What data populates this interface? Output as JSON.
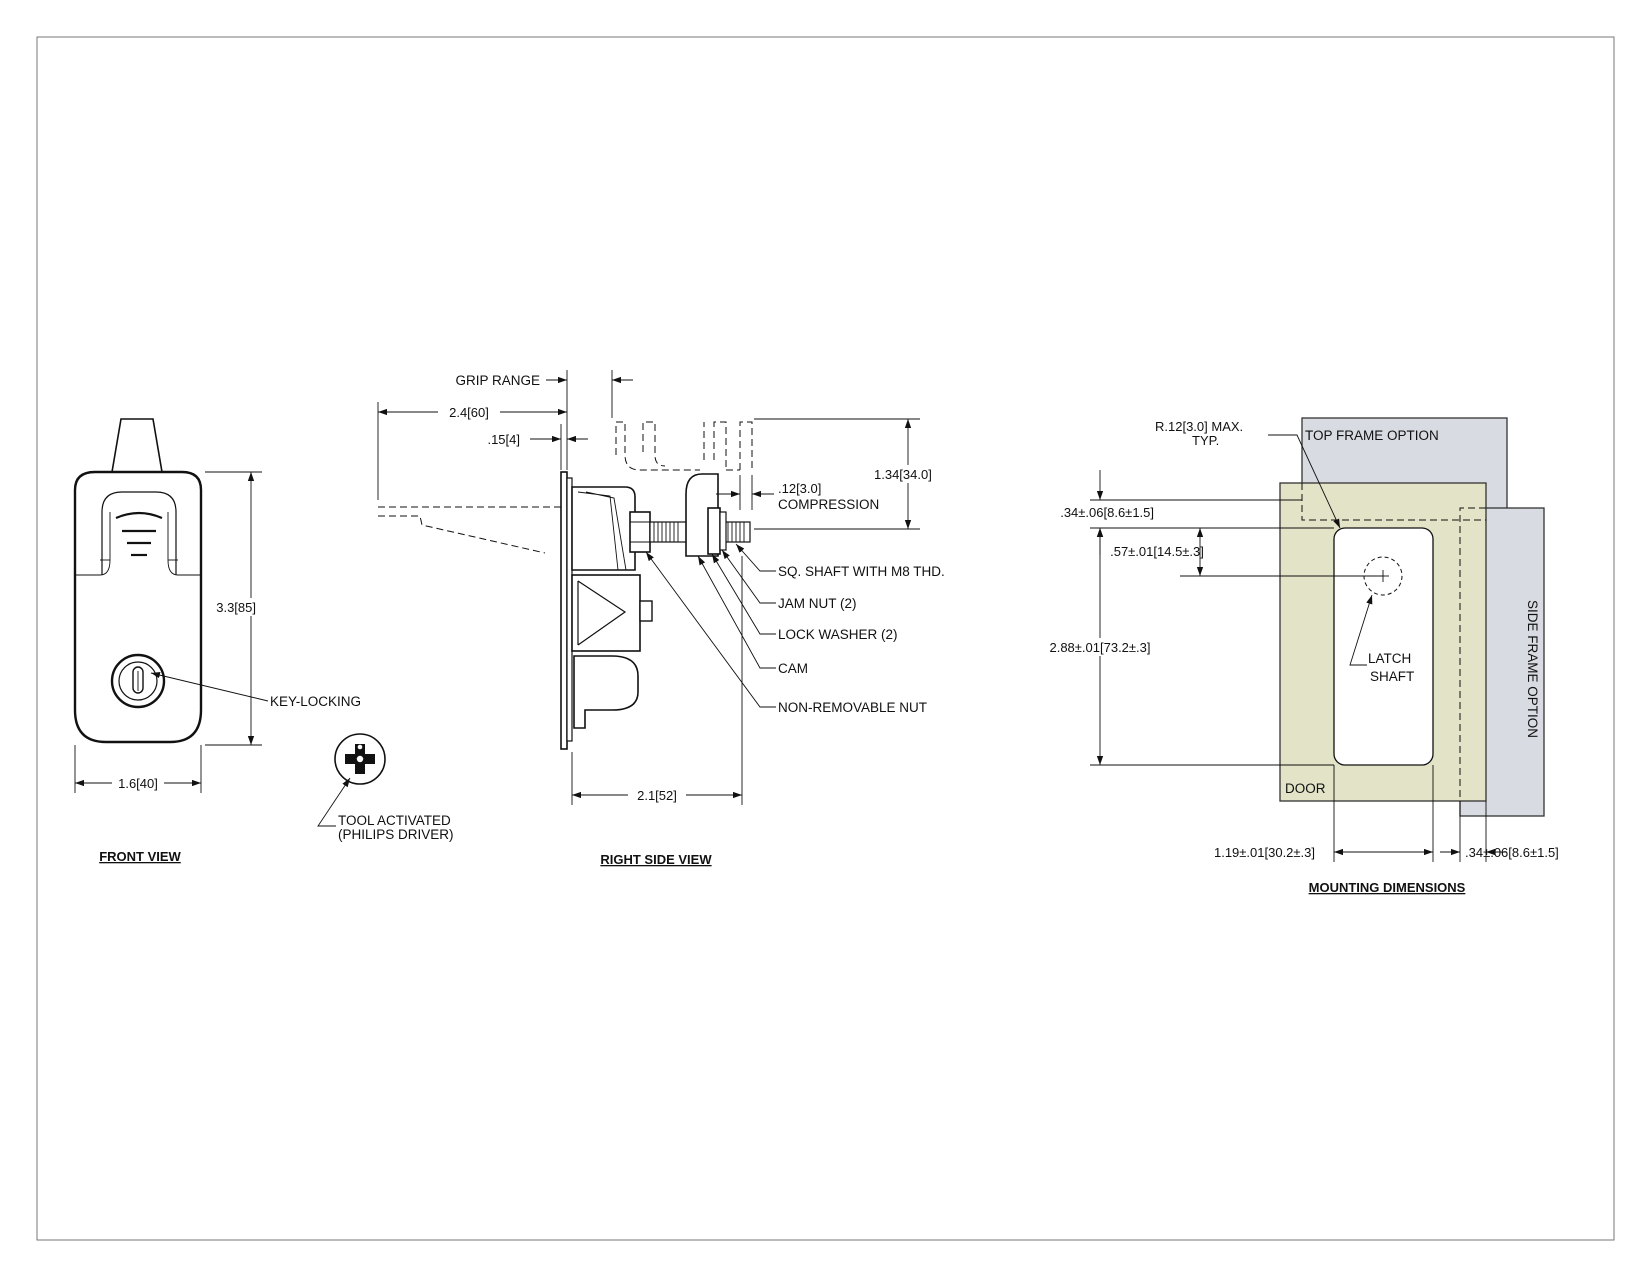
{
  "colors": {
    "door": "#e3e3c8",
    "frame": "#d9dbe2",
    "line": "#111111"
  },
  "front_view": {
    "title": "FRONT VIEW",
    "height_dim": "3.3[85]",
    "width_dim": "1.6[40]",
    "key_label": "KEY-LOCKING"
  },
  "tool": {
    "label_line1": "TOOL ACTIVATED",
    "label_line2": "(PHILIPS DRIVER)"
  },
  "side_view": {
    "title": "RIGHT SIDE VIEW",
    "grip_range": "GRIP RANGE",
    "dim_2_4": "2.4[60]",
    "dim_15": ".15[4]",
    "dim_134": "1.34[34.0]",
    "dim_12": ".12[3.0]",
    "compression": "COMPRESSION",
    "dim_21": "2.1[52]",
    "callouts": [
      "SQ. SHAFT WITH M8 THD.",
      "JAM NUT (2)",
      "LOCK WASHER (2)",
      "CAM",
      "NON-REMOVABLE NUT"
    ]
  },
  "mounting": {
    "title": "MOUNTING DIMENSIONS",
    "radius_line1": "R.12[3.0] MAX.",
    "radius_line2": "TYP.",
    "top_frame": "TOP FRAME OPTION",
    "side_frame": "SIDE FRAME OPTION",
    "door": "DOOR",
    "latch_line1": "LATCH",
    "latch_line2": "SHAFT",
    "dim_34_top": ".34±.06[8.6±1.5]",
    "dim_57": ".57±.01[14.5±.3]",
    "dim_288": "2.88±.01[73.2±.3]",
    "dim_119": "1.19±.01[30.2±.3]",
    "dim_34_right": ".34±.06[8.6±1.5]"
  }
}
